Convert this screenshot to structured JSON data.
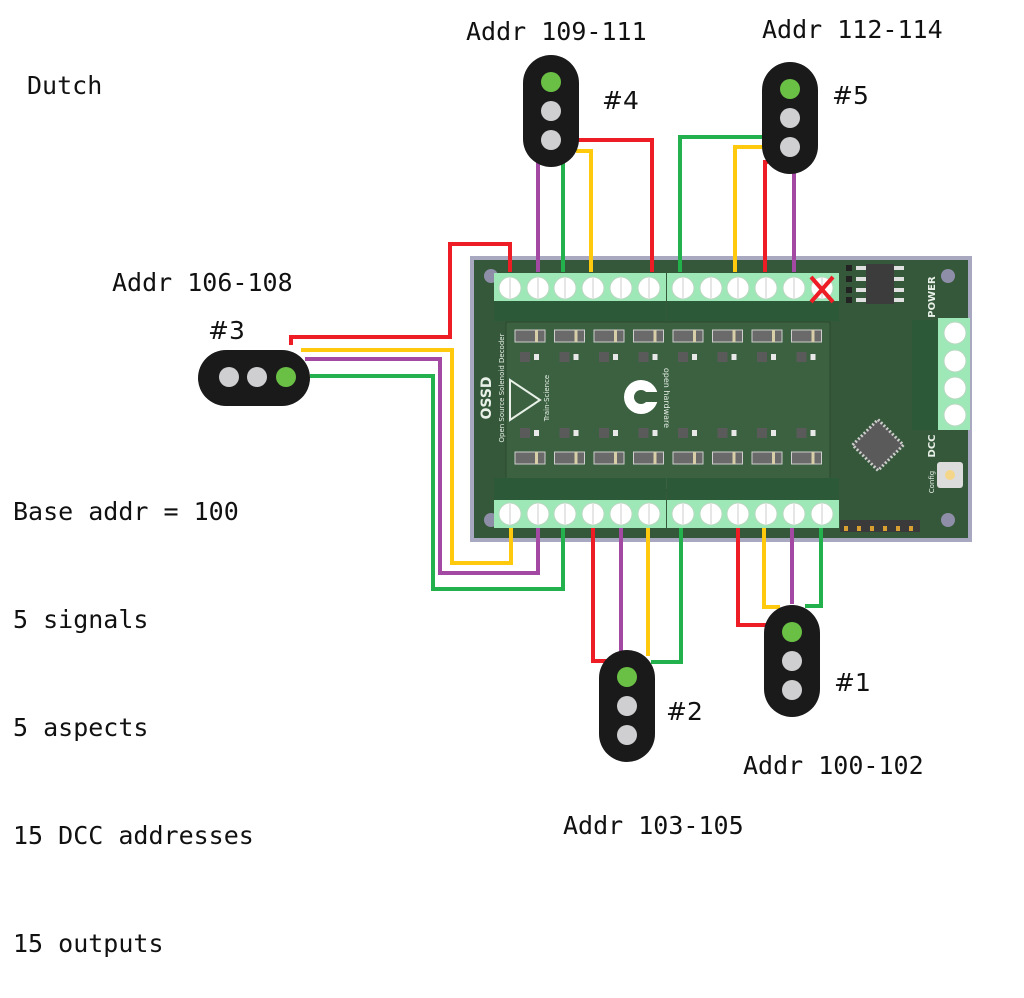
{
  "title": "Dutch",
  "board": {
    "name": "OSSD",
    "subtitle": "Open Source Solenoid Decoder",
    "brand": "Train-Science",
    "oshw": "open hardware",
    "power_label": "POWER",
    "dcc_label": "DCC",
    "config_label": "Config",
    "unused_marker": "X"
  },
  "summary": {
    "lines": [
      "Base addr = 100",
      "5 signals",
      "5 aspects",
      "15 DCC addresses",
      "15 outputs"
    ]
  },
  "signals": [
    {
      "id": "#1",
      "label": "Addr 100-102",
      "lit_lamp": "top",
      "orientation": "vertical"
    },
    {
      "id": "#2",
      "label": "Addr 103-105",
      "lit_lamp": "top",
      "orientation": "vertical"
    },
    {
      "id": "#3",
      "label": "Addr 106-108",
      "lit_lamp": "right",
      "orientation": "horizontal"
    },
    {
      "id": "#4",
      "label": "Addr 109-111",
      "lit_lamp": "top",
      "orientation": "vertical"
    },
    {
      "id": "#5",
      "label": "Addr 112-114",
      "lit_lamp": "top",
      "orientation": "vertical"
    }
  ],
  "colors": {
    "wire_red": "#ee1c24",
    "wire_yellow": "#ffc90e",
    "wire_purple": "#a349a4",
    "wire_green": "#22b14c",
    "lamp_on": "#6abf45",
    "lamp_off": "#cfcfd1",
    "signal_body": "#1a1a1a",
    "pcb": "#35583a",
    "pcb_border": "#a8a8c0",
    "terminal": "#9ee8b8"
  }
}
